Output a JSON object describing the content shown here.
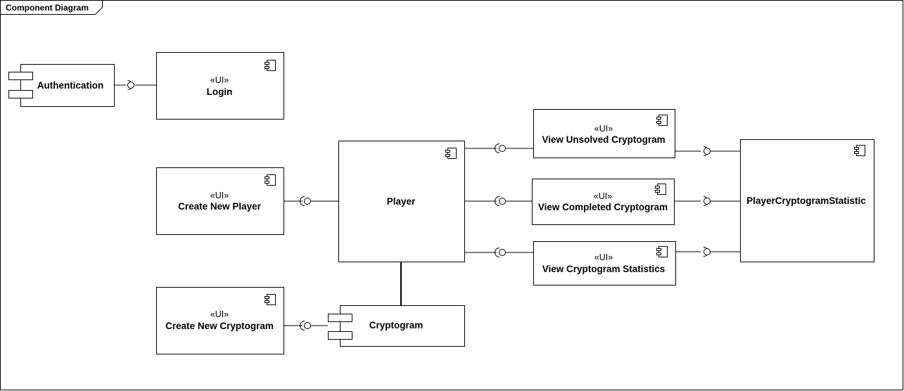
{
  "frame": {
    "title": "Component Diagram"
  },
  "stereotype": "«UI»",
  "components": {
    "authentication": {
      "name": "Authentication"
    },
    "login": {
      "name": "Login"
    },
    "create_new_player": {
      "name": "Create New Player"
    },
    "player": {
      "name": "Player"
    },
    "create_new_cryptogram": {
      "name": "Create New Cryptogram"
    },
    "cryptogram": {
      "name": "Cryptogram"
    },
    "view_unsolved_cryptogram": {
      "name": "View Unsolved Cryptogram"
    },
    "view_completed_cryptogram": {
      "name": "View Completed Cryptogram"
    },
    "view_cryptogram_statistics": {
      "name": "View Cryptogram Statistics"
    },
    "player_cryptogram_statistic": {
      "name": "PlayerCryptogramStatistic"
    }
  },
  "colors": {
    "stroke": "#000000",
    "fill": "#ffffff"
  },
  "icons": {
    "component": "component-icon",
    "provided": "lollipop-icon",
    "required": "socket-icon"
  }
}
